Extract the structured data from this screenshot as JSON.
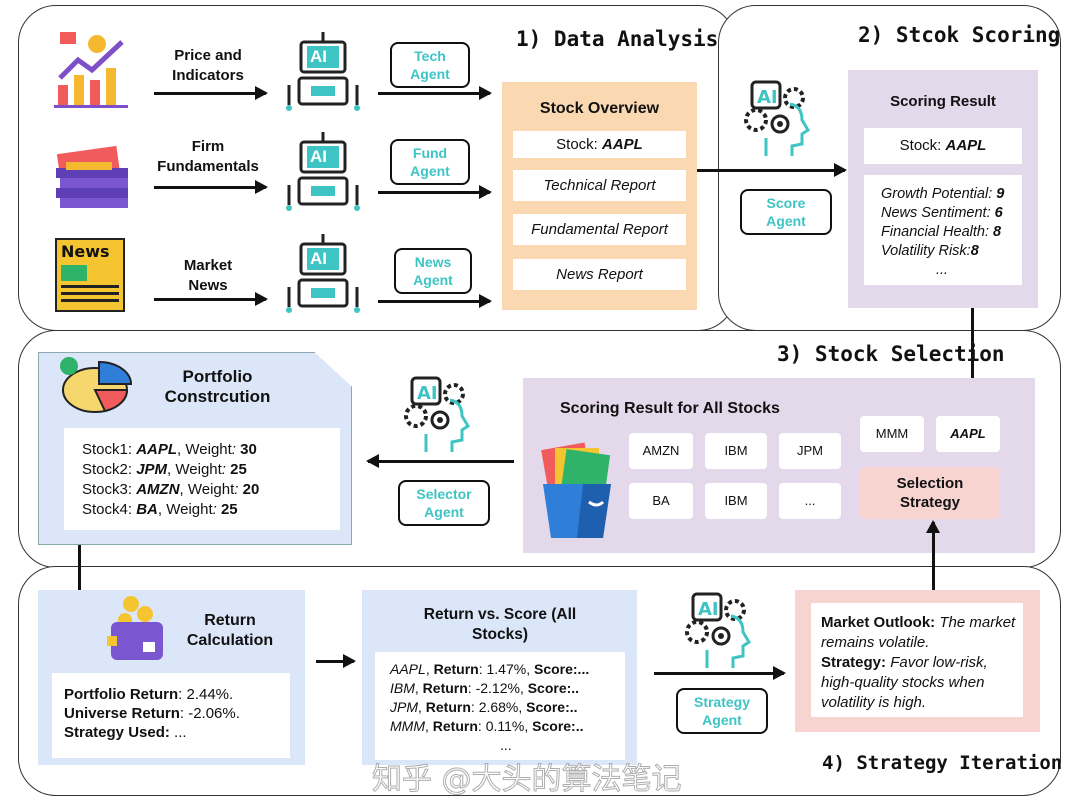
{
  "sections": {
    "s1": "1) Data Analysis",
    "s2": "2) Stcok Scoring",
    "s3": "3) Stock Selection",
    "s4": "4) Strategy Iteration"
  },
  "inputs": [
    {
      "label": "Price and Indicators",
      "agent": "Tech Agent"
    },
    {
      "label": "Firm Fundamentals",
      "agent": "Fund Agent"
    },
    {
      "label": "Market News",
      "agent": "News Agent",
      "icon_text": "News"
    }
  ],
  "robot_text": "AI",
  "overview": {
    "title": "Stock Overview",
    "stock_label": "Stock: ",
    "stock": "AAPL",
    "reports": [
      "Technical Report",
      "Fundamental Report",
      "News Report"
    ]
  },
  "scoring": {
    "agent": "Score Agent",
    "title": "Scoring Result",
    "stock_label": "Stock: ",
    "stock": "AAPL",
    "items": [
      {
        "k": "Growth Potential: ",
        "v": "9"
      },
      {
        "k": "News Sentiment: ",
        "v": "6"
      },
      {
        "k": "Financial Health: ",
        "v": "8"
      },
      {
        "k": "Volatility Risk:",
        "v": "8"
      }
    ],
    "more": "..."
  },
  "all_stocks": {
    "title": "Scoring Result for All Stocks",
    "chips": [
      "AMZN",
      "IBM",
      "JPM",
      "BA",
      "IBM",
      "...",
      "MMM"
    ],
    "selected": "AAPL",
    "strategy": "Selection Strategy"
  },
  "selector_agent": "Selector Agent",
  "portfolio": {
    "title": "Portfolio Constrcution",
    "rows": [
      {
        "p": "Stock1: ",
        "s": "AAPL",
        "w": "30"
      },
      {
        "p": "Stock2: ",
        "s": "JPM",
        "w": "25"
      },
      {
        "p": "Stock3: ",
        "s": "AMZN",
        "w": "20"
      },
      {
        "p": "Stock4: ",
        "s": "BA",
        "w": "25"
      }
    ],
    "weight_label": ", Weight",
    ": ": ": "
  },
  "return_calc": {
    "title": "Return Calculation",
    "portfolio_label": "Portfolio Return",
    "portfolio": ": 2.44%.",
    "universe_label": "Universe Return",
    "universe": ": -2.06%.",
    "strategy_label": "Strategy Used:",
    "strategy": " ..."
  },
  "return_score": {
    "title": "Return vs. Score (All Stocks)",
    "rows": [
      {
        "s": "AAPL",
        "r": "1.47%",
        "t": "Score:..."
      },
      {
        "s": "IBM",
        "r": "-2.12%",
        "t": "Score:.."
      },
      {
        "s": "JPM",
        "r": "2.68%",
        "t": "Score:.."
      },
      {
        "s": "MMM",
        "r": "0.11%",
        "t": "Score:.."
      }
    ],
    "return_label": ", Return",
    ": ": ": ",
    "more": "..."
  },
  "strategy_agent": "Strategy Agent",
  "outlook": {
    "outlook_label": "Market Outlook:",
    "outlook": " The market remains volatile.",
    "strategy_label": "Strategy:",
    "strategy": " Favor low-risk, high-quality stocks when volatility is high."
  },
  "watermark": "知乎 @大头的算法笔记",
  "colors": {
    "orange": "#fad8b2",
    "lavender": "#e4d8eb",
    "blue": "#dbe7f8",
    "pink": "#f7d4d0",
    "teal": "#3fc4c4"
  }
}
